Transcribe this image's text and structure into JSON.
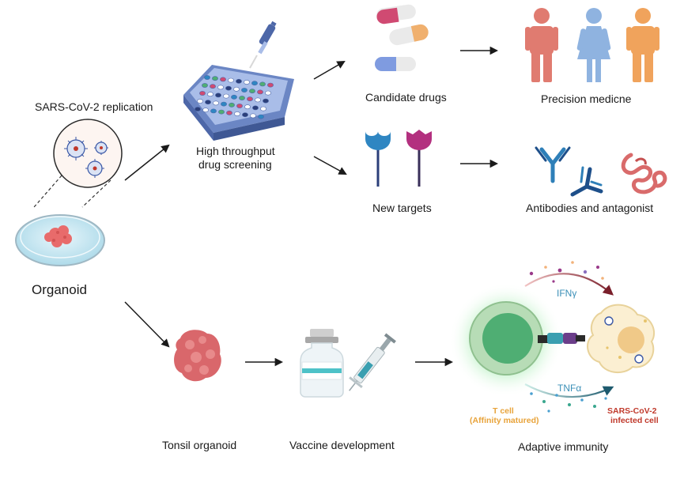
{
  "labels": {
    "sars_replication": "SARS-CoV-2 replication",
    "organoid": "Organoid",
    "hts_line1": "High throughput",
    "hts_line2": "drug screening",
    "candidate_drugs": "Candidate drugs",
    "precision_medicine": "Precision medicne",
    "new_targets": "New targets",
    "antibodies": "Antibodies and antagonist",
    "tonsil_organoid": "Tonsil organoid",
    "vaccine_development": "Vaccine development",
    "adaptive_immunity": "Adaptive immunity",
    "ifn": "IFNγ",
    "tnf": "TNFα",
    "tcell_line1": "T cell",
    "tcell_line2": "(Affinity matured)",
    "infected_line1": "SARS-CoV-2",
    "infected_line2": "infected cell"
  },
  "colors": {
    "arrow": "#1a1a1a",
    "tcell_label": "#e8a33a",
    "infected_label": "#c0392b",
    "cytokine_label": "#3a8fb7",
    "person_red": "#e07b70",
    "person_blue": "#8fb3e0",
    "person_orange": "#f0a35c"
  }
}
